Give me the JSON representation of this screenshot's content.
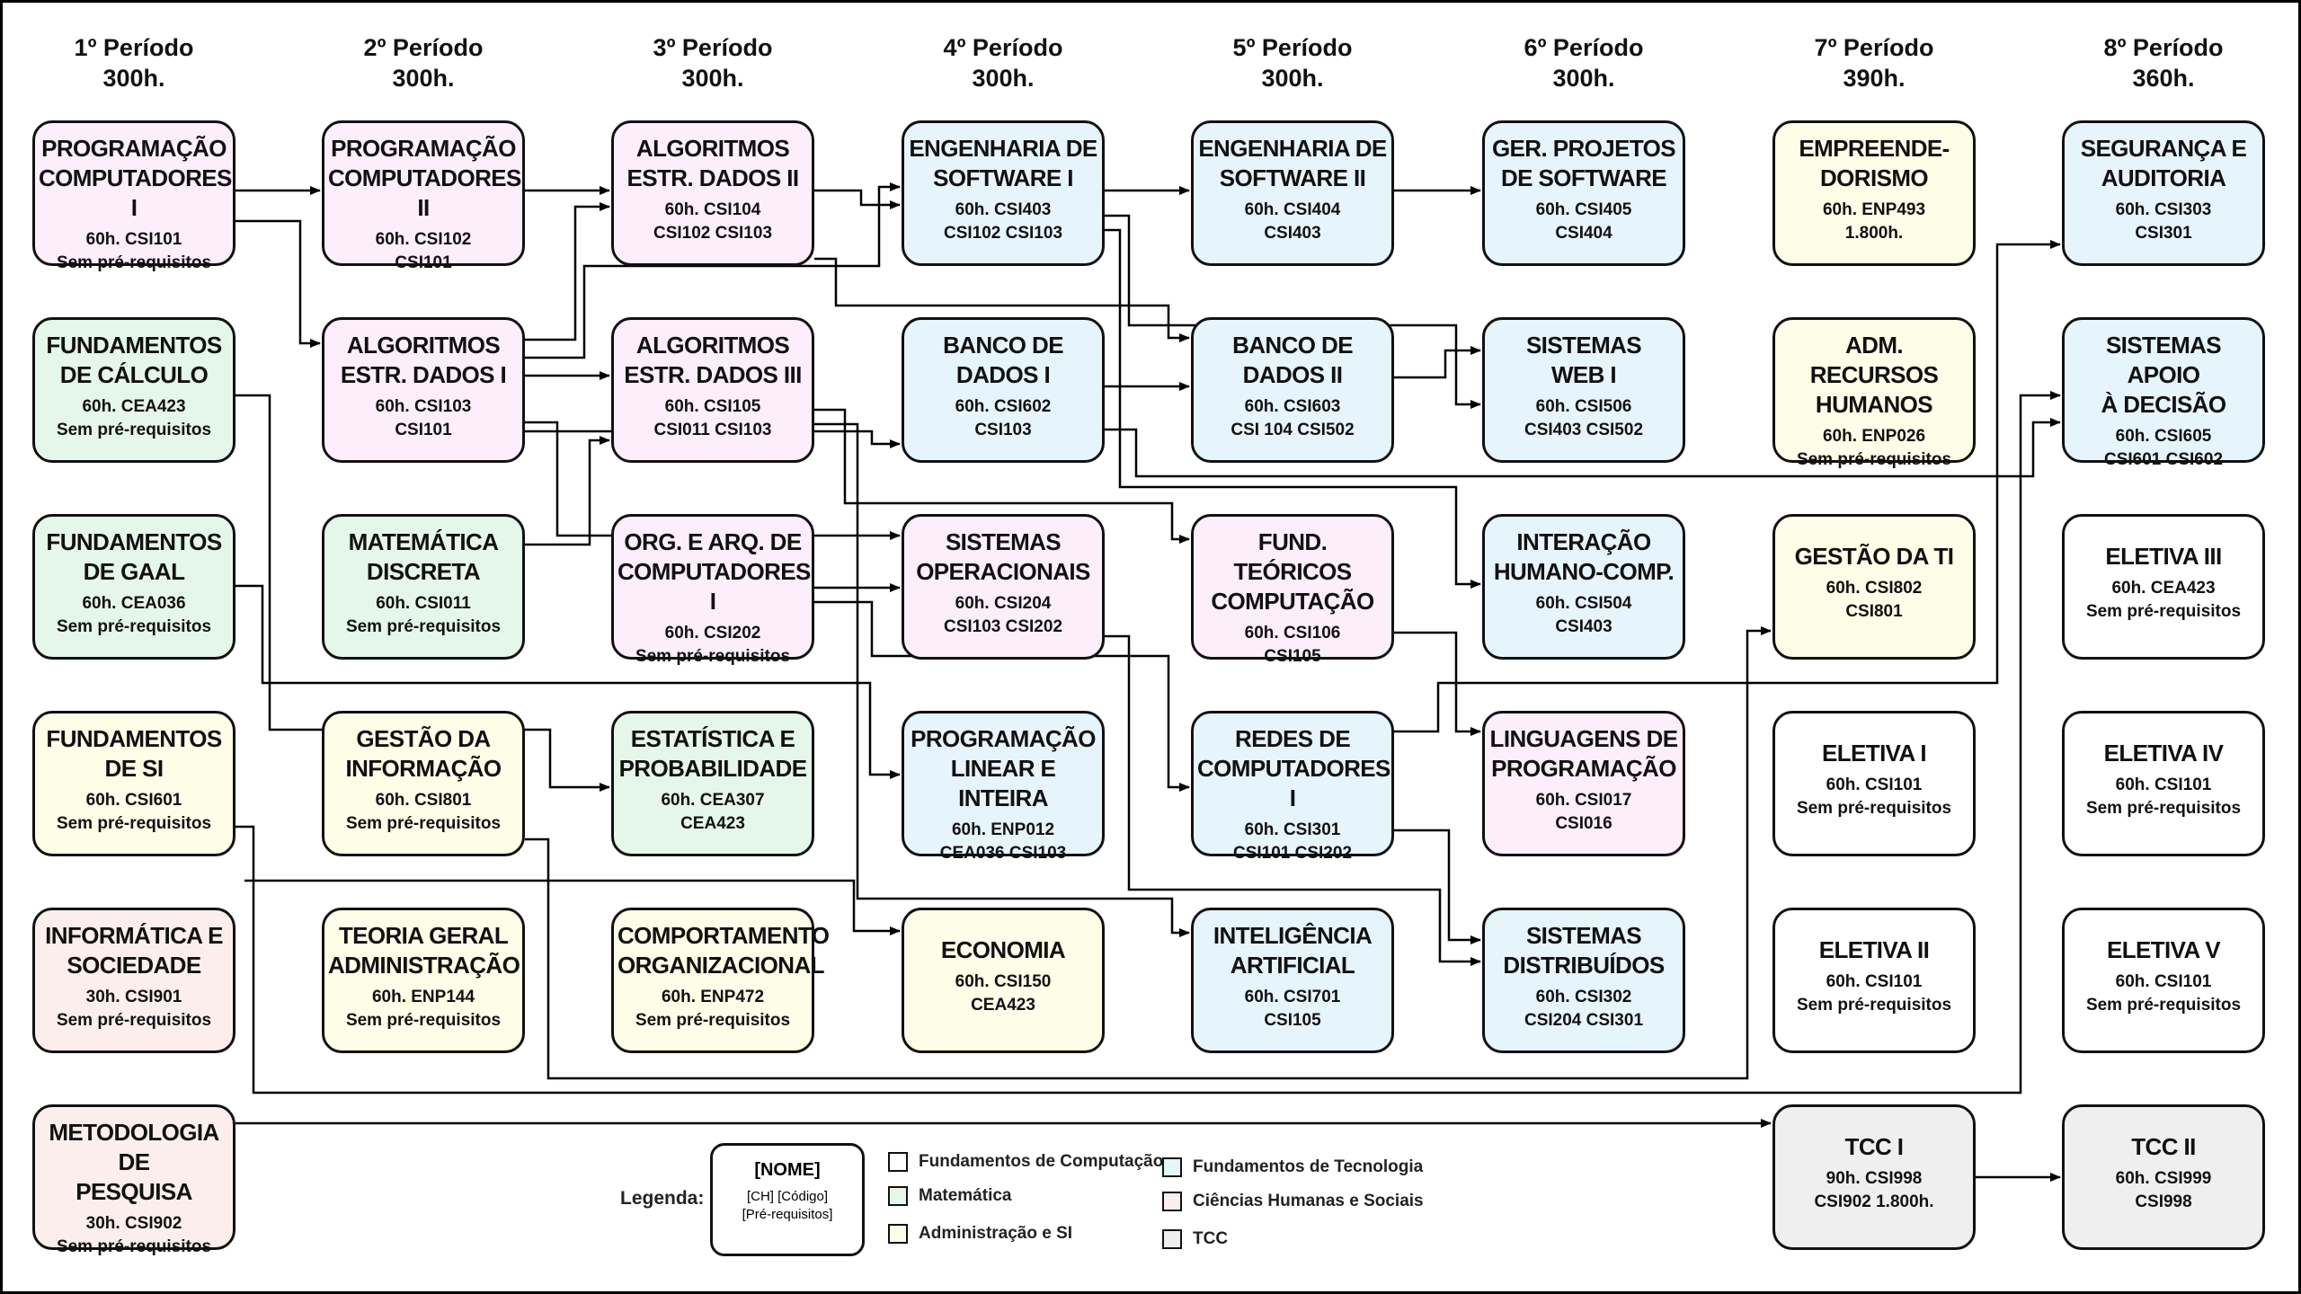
{
  "periods": [
    {
      "name": "1º Período",
      "hours": "300h."
    },
    {
      "name": "2º Período",
      "hours": "300h."
    },
    {
      "name": "3º Período",
      "hours": "300h."
    },
    {
      "name": "4º Período",
      "hours": "300h."
    },
    {
      "name": "5º Período",
      "hours": "300h."
    },
    {
      "name": "6º Período",
      "hours": "300h."
    },
    {
      "name": "7º Período",
      "hours": "390h."
    },
    {
      "name": "8º Período",
      "hours": "360h."
    }
  ],
  "courses": [
    {
      "id": "prog1",
      "col": 0,
      "row": 0,
      "color": "pink",
      "title": "PROGRAMAÇÃO\nCOMPUTADORES I",
      "info": "60h. CSI101\nSem pré-requisitos"
    },
    {
      "id": "fcalc",
      "col": 0,
      "row": 1,
      "color": "green",
      "title": "FUNDAMENTOS\nDE CÁLCULO",
      "info": "60h. CEA423\nSem pré-requisitos"
    },
    {
      "id": "fgaal",
      "col": 0,
      "row": 2,
      "color": "green",
      "title": "FUNDAMENTOS\nDE GAAL",
      "info": "60h. CEA036\nSem pré-requisitos"
    },
    {
      "id": "fsi",
      "col": 0,
      "row": 3,
      "color": "yellow",
      "title": "FUNDAMENTOS\nDE SI",
      "info": "60h. CSI601\nSem pré-requisitos"
    },
    {
      "id": "infsoc",
      "col": 0,
      "row": 4,
      "color": "red",
      "title": "INFORMÁTICA E\nSOCIEDADE",
      "info": "30h. CSI901\nSem pré-requisitos"
    },
    {
      "id": "metod",
      "col": 0,
      "row": 5,
      "color": "red",
      "title": "METODOLOGIA DE\nPESQUISA",
      "info": "30h. CSI902\nSem pré-requisitos"
    },
    {
      "id": "prog2",
      "col": 1,
      "row": 0,
      "color": "pink",
      "title": "PROGRAMAÇÃO\nCOMPUTADORES II",
      "info": "60h. CSI102\nCSI101"
    },
    {
      "id": "aed1",
      "col": 1,
      "row": 1,
      "color": "pink",
      "title": "ALGORITMOS\nESTR. DADOS I",
      "info": "60h. CSI103\nCSI101"
    },
    {
      "id": "matdisc",
      "col": 1,
      "row": 2,
      "color": "green",
      "title": "MATEMÁTICA\nDISCRETA",
      "info": "60h. CSI011\nSem pré-requisitos"
    },
    {
      "id": "gestinf",
      "col": 1,
      "row": 3,
      "color": "yellow",
      "title": "GESTÃO DA\nINFORMAÇÃO",
      "info": "60h. CSI801\nSem pré-requisitos"
    },
    {
      "id": "tga",
      "col": 1,
      "row": 4,
      "color": "yellow",
      "title": "TEORIA GERAL\nADMINISTRAÇÃO",
      "info": "60h. ENP144\nSem pré-requisitos"
    },
    {
      "id": "aed2",
      "col": 2,
      "row": 0,
      "color": "pink",
      "title": "ALGORITMOS\nESTR. DADOS II",
      "info": "60h. CSI104\nCSI102 CSI103"
    },
    {
      "id": "aed3",
      "col": 2,
      "row": 1,
      "color": "pink",
      "title": "ALGORITMOS\nESTR. DADOS III",
      "info": "60h. CSI105\nCSI011 CSI103"
    },
    {
      "id": "oac",
      "col": 2,
      "row": 2,
      "color": "pink",
      "title": "ORG. E ARQ. DE\nCOMPUTADORES I",
      "info": "60h. CSI202\nSem pré-requisitos"
    },
    {
      "id": "estat",
      "col": 2,
      "row": 3,
      "color": "green",
      "title": "ESTATÍSTICA E\nPROBABILIDADE",
      "info": "60h. CEA307\nCEA423"
    },
    {
      "id": "comport",
      "col": 2,
      "row": 4,
      "color": "yellow",
      "title": "COMPORTAMENTO\nORGANIZACIONAL",
      "info": "60h. ENP472\nSem pré-requisitos"
    },
    {
      "id": "es1",
      "col": 3,
      "row": 0,
      "color": "blue",
      "title": "ENGENHARIA DE\nSOFTWARE I",
      "info": "60h. CSI403\nCSI102 CSI103"
    },
    {
      "id": "bd1",
      "col": 3,
      "row": 1,
      "color": "blue",
      "title": "BANCO DE\nDADOS I",
      "info": "60h. CSI602\nCSI103"
    },
    {
      "id": "so",
      "col": 3,
      "row": 2,
      "color": "pink",
      "title": "SISTEMAS\nOPERACIONAIS",
      "info": "60h. CSI204\nCSI103 CSI202"
    },
    {
      "id": "pli",
      "col": 3,
      "row": 3,
      "color": "blue",
      "title": "PROGRAMAÇÃO\nLINEAR E INTEIRA",
      "info": "60h. ENP012\nCEA036 CSI103"
    },
    {
      "id": "econ",
      "col": 3,
      "row": 4,
      "color": "yellow",
      "title": "ECONOMIA",
      "info": "60h. CSI150\nCEA423"
    },
    {
      "id": "es2",
      "col": 4,
      "row": 0,
      "color": "blue",
      "title": "ENGENHARIA DE\nSOFTWARE II",
      "info": "60h. CSI404\nCSI403"
    },
    {
      "id": "bd2",
      "col": 4,
      "row": 1,
      "color": "blue",
      "title": "BANCO DE\nDADOS II",
      "info": "60h. CSI603\nCSI 104 CSI502"
    },
    {
      "id": "ftc",
      "col": 4,
      "row": 2,
      "color": "pink",
      "title": "FUND. TEÓRICOS\nCOMPUTAÇÃO",
      "info": "60h. CSI106\nCSI105"
    },
    {
      "id": "redes",
      "col": 4,
      "row": 3,
      "color": "blue",
      "title": "REDES DE\nCOMPUTADORES I",
      "info": "60h. CSI301\nCSI101 CSI202"
    },
    {
      "id": "ia",
      "col": 4,
      "row": 4,
      "color": "blue",
      "title": "INTELIGÊNCIA\nARTIFICIAL",
      "info": "60h. CSI701\nCSI105"
    },
    {
      "id": "gps",
      "col": 5,
      "row": 0,
      "color": "blue",
      "title": "GER. PROJETOS\nDE SOFTWARE",
      "info": "60h. CSI405\nCSI404"
    },
    {
      "id": "web",
      "col": 5,
      "row": 1,
      "color": "blue",
      "title": "SISTEMAS\nWEB I",
      "info": "60h. CSI506\nCSI403 CSI502"
    },
    {
      "id": "ihc",
      "col": 5,
      "row": 2,
      "color": "blue",
      "title": "INTERAÇÃO\nHUMANO-COMP.",
      "info": "60h. CSI504\nCSI403"
    },
    {
      "id": "lp",
      "col": 5,
      "row": 3,
      "color": "pink",
      "title": "LINGUAGENS DE\nPROGRAMAÇÃO",
      "info": "60h. CSI017\nCSI016"
    },
    {
      "id": "sd",
      "col": 5,
      "row": 4,
      "color": "blue",
      "title": "SISTEMAS\nDISTRIBUÍDOS",
      "info": "60h. CSI302\nCSI204 CSI301"
    },
    {
      "id": "empre",
      "col": 6,
      "row": 0,
      "color": "yellow",
      "title": "EMPREENDE-\nDORISMO",
      "info": "60h. ENP493\n1.800h."
    },
    {
      "id": "arh",
      "col": 6,
      "row": 1,
      "color": "yellow",
      "title": "ADM. RECURSOS\nHUMANOS",
      "info": "60h. ENP026\nSem pré-requisitos"
    },
    {
      "id": "gti",
      "col": 6,
      "row": 2,
      "color": "yellow",
      "title": "GESTÃO DA TI",
      "info": "60h. CSI802\nCSI801"
    },
    {
      "id": "el1",
      "col": 6,
      "row": 3,
      "color": "white",
      "title": "ELETIVA I",
      "info": "60h. CSI101\nSem pré-requisitos"
    },
    {
      "id": "el2",
      "col": 6,
      "row": 4,
      "color": "white",
      "title": "ELETIVA II",
      "info": "60h. CSI101\nSem pré-requisitos"
    },
    {
      "id": "tcc1",
      "col": 6,
      "row": 5,
      "color": "gray",
      "title": "TCC I",
      "info": "90h. CSI998\nCSI902 1.800h."
    },
    {
      "id": "seg",
      "col": 7,
      "row": 0,
      "color": "blue",
      "title": "SEGURANÇA E\nAUDITORIA",
      "info": "60h. CSI303\nCSI301"
    },
    {
      "id": "sad",
      "col": 7,
      "row": 1,
      "color": "blue",
      "title": "SISTEMAS APOIO\nÀ DECISÃO",
      "info": "60h. CSI605\nCSI601 CSI602"
    },
    {
      "id": "el3",
      "col": 7,
      "row": 2,
      "color": "white",
      "title": "ELETIVA III",
      "info": "60h. CEA423\nSem pré-requisitos"
    },
    {
      "id": "el4",
      "col": 7,
      "row": 3,
      "color": "white",
      "title": "ELETIVA IV",
      "info": "60h. CSI101\nSem pré-requisitos"
    },
    {
      "id": "el5",
      "col": 7,
      "row": 4,
      "color": "white",
      "title": "ELETIVA V",
      "info": "60h. CSI101\nSem pré-requisitos"
    },
    {
      "id": "tcc2",
      "col": 7,
      "row": 5,
      "color": "gray",
      "title": "TCC II",
      "info": "60h. CSI999\nCSI998"
    }
  ],
  "legend": {
    "label": "Legenda:",
    "sample_name": "[NOME]",
    "sample_info": "[CH] [Código]\n[Pré-requisitos]",
    "items": [
      {
        "label": "Fundamentos de Computação",
        "color": "#ffffff"
      },
      {
        "label": "Matemática",
        "color": "#e5f7ea"
      },
      {
        "label": "Administração e SI",
        "color": "#fefde8"
      },
      {
        "label": "Fundamentos de Tecnologia",
        "color": "#e6f4fc"
      },
      {
        "label": "Ciências Humanas e Sociais",
        "color": "#fdeeee"
      },
      {
        "label": "TCC",
        "color": "#efefef"
      }
    ]
  }
}
